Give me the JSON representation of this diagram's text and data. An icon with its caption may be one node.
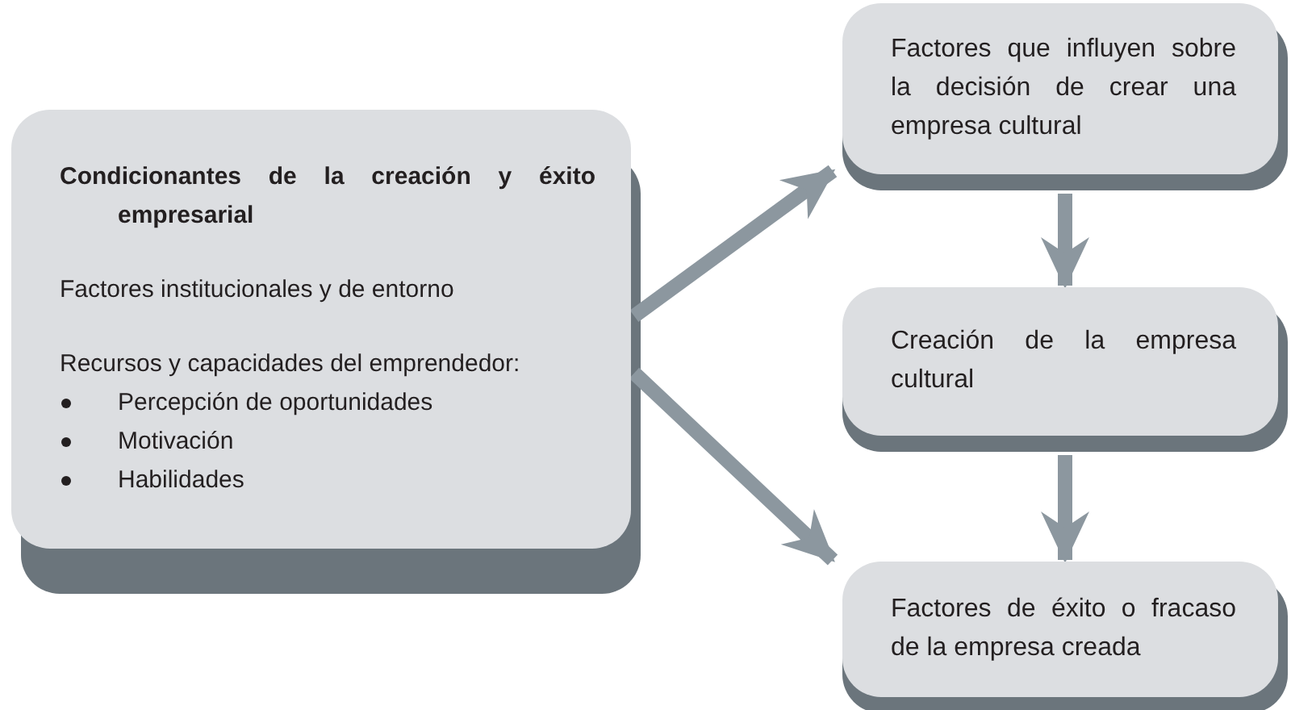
{
  "diagram": {
    "nodes": [
      {
        "text": [
          "Condicionantes de la creación y éxito empresarial",
          "Factores institucionales y de entorno",
          "Recursos y capacidades del emprendedor:",
          "Percepción de oportunidades",
          "Motivación",
          "Habilidades"
        ]
      },
      {
        "text": [
          "Factores que influyen sobre la decisión de crear una empresa cultural"
        ]
      },
      {
        "text": [
          "Creación de la empresa cultural"
        ]
      },
      {
        "text": [
          "Factores de éxito o fracaso de la empresa creada"
        ]
      }
    ],
    "edges": [
      {
        "from": 0,
        "to": 1,
        "arrow": "to"
      },
      {
        "from": 0,
        "to": 3,
        "arrow": "to"
      },
      {
        "from": 1,
        "to": 2,
        "arrow": "to"
      },
      {
        "from": 2,
        "to": 3,
        "arrow": "to"
      }
    ]
  }
}
